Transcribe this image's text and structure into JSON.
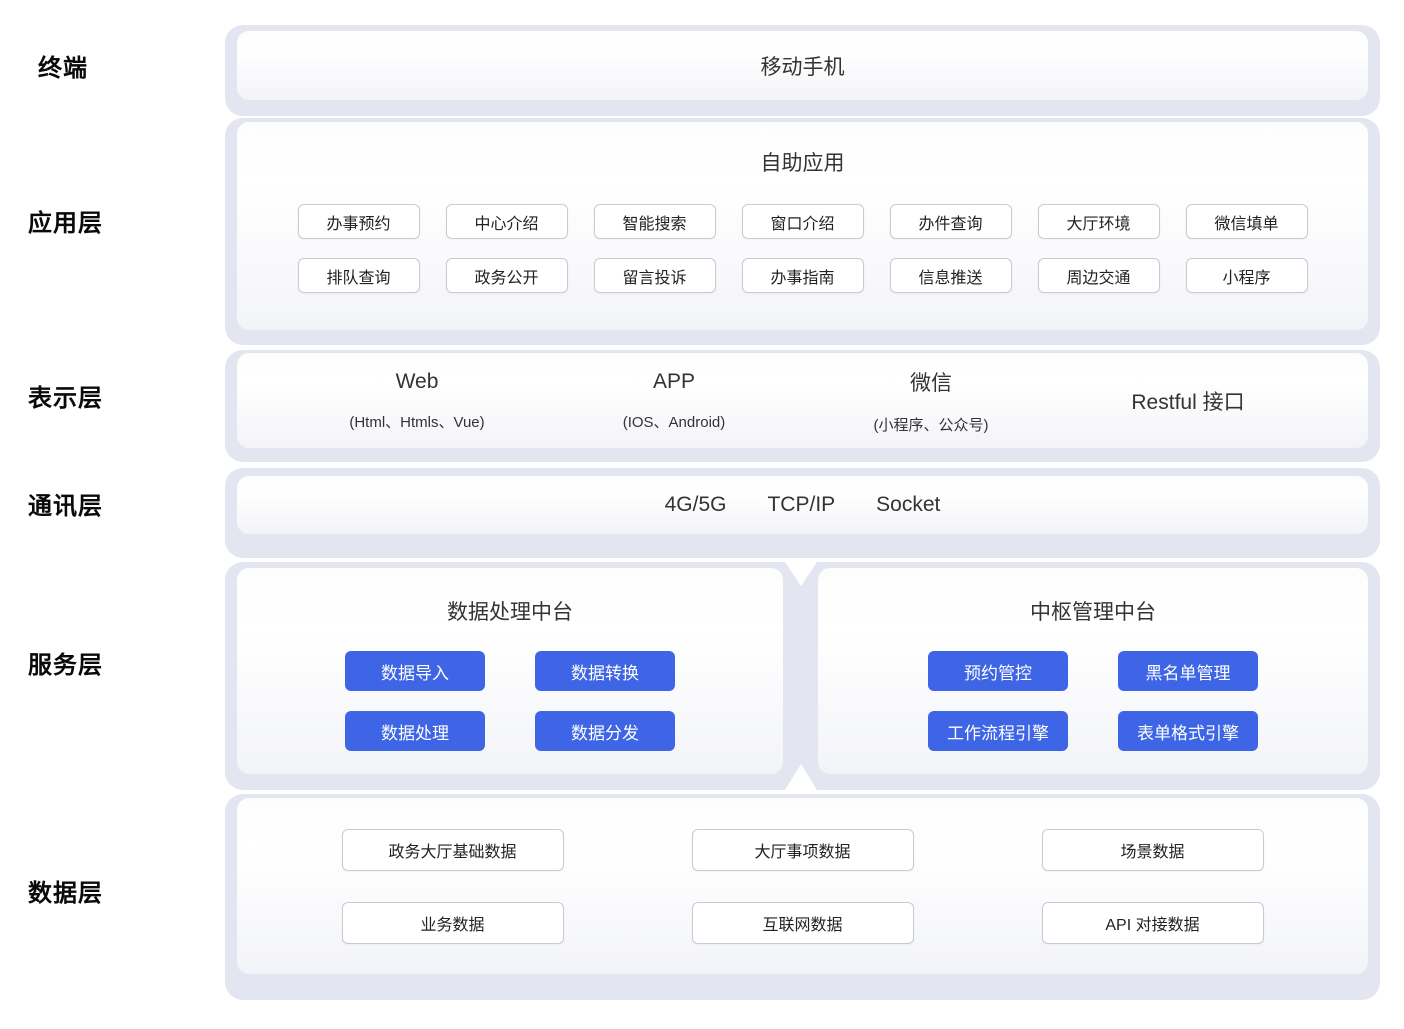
{
  "colors": {
    "accent_blue": "#3d65e6",
    "band_background": "#e3e6f0",
    "chip_border": "#c8cbd3"
  },
  "layers": {
    "terminal": {
      "label": "终端",
      "title": "移动手机"
    },
    "application": {
      "label": "应用层",
      "title": "自助应用",
      "apps": [
        "办事预约",
        "中心介绍",
        "智能搜索",
        "窗口介绍",
        "办件查询",
        "大厅环境",
        "微信填单",
        "排队查询",
        "政务公开",
        "留言投诉",
        "办事指南",
        "信息推送",
        "周边交通",
        "小程序"
      ]
    },
    "presentation": {
      "label": "表示层",
      "channels": [
        {
          "name": "Web",
          "detail": "(Html、Htmls、Vue)"
        },
        {
          "name": "APP",
          "detail": "(IOS、Android)"
        },
        {
          "name": "微信",
          "detail": "(小程序、公众号)"
        },
        {
          "name": "Restful 接口",
          "detail": ""
        }
      ]
    },
    "communication": {
      "label": "通讯层",
      "protocols": [
        "4G/5G",
        "TCP/IP",
        "Socket"
      ]
    },
    "service": {
      "label": "服务层",
      "platforms": [
        {
          "title": "数据处理中台",
          "modules": [
            "数据导入",
            "数据转换",
            "数据处理",
            "数据分发"
          ]
        },
        {
          "title": "中枢管理中台",
          "modules": [
            "预约管控",
            "黑名单管理",
            "工作流程引擎",
            "表单格式引擎"
          ]
        }
      ]
    },
    "data": {
      "label": "数据层",
      "sources": [
        "政务大厅基础数据",
        "大厅事项数据",
        "场景数据",
        "业务数据",
        "互联网数据",
        "API 对接数据"
      ]
    }
  }
}
